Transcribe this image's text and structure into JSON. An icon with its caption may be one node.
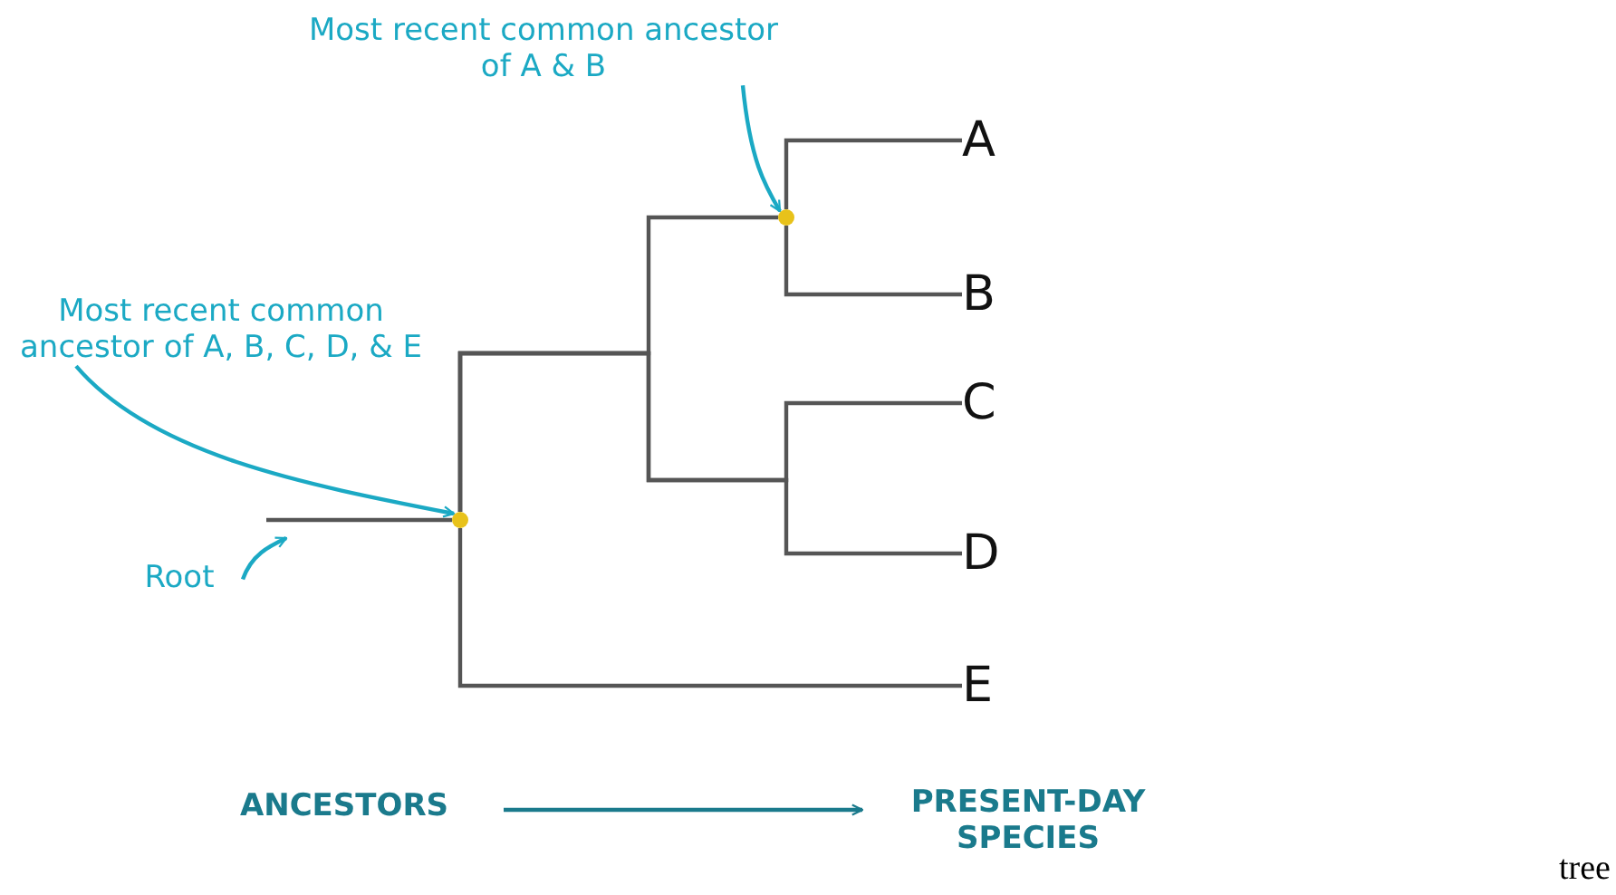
{
  "diagram": {
    "nodes": [
      {
        "text": [
          "Most recent common ancestor of A & B"
        ]
      },
      {
        "text": [],
        "shape": "circle"
      },
      {
        "text": [
          "A"
        ]
      },
      {
        "text": [
          "B"
        ]
      },
      {
        "text": [
          "Most recent common ancestor of A, B, C, D, & E"
        ]
      },
      {
        "text": [
          "C"
        ]
      },
      {
        "text": [
          "D"
        ]
      },
      {
        "text": [],
        "shape": "circle"
      },
      {
        "text": [
          "Root"
        ]
      },
      {
        "text": [
          "E"
        ]
      },
      {
        "text": [
          "ANCESTORS"
        ]
      },
      {
        "text": [
          "PRESENT-DAY SPECIES"
        ]
      }
    ],
    "edges": [
      {
        "from": 0,
        "to": 1,
        "arrow": "to",
        "color": "#1ba9c4"
      },
      {
        "from": 4,
        "to": 7,
        "arrow": "to",
        "color": "#1ba9c4"
      },
      {
        "from": 8,
        "to": null,
        "arrow": "to",
        "color": "#1ba9c4"
      },
      {
        "from": null,
        "to": 7,
        "arrow": "none"
      },
      {
        "from": 1,
        "to": 2,
        "arrow": "none"
      },
      {
        "from": 1,
        "to": 3,
        "arrow": "none"
      },
      {
        "from": 7,
        "to": 1,
        "arrow": "none"
      },
      {
        "from": 7,
        "to": 5,
        "arrow": "none"
      },
      {
        "from": 7,
        "to": 6,
        "arrow": "none"
      },
      {
        "from": 7,
        "to": 9,
        "arrow": "none"
      },
      {
        "from": 10,
        "to": 11,
        "arrow": "to",
        "color": "#1a7a8c"
      }
    ],
    "labels": [
      "tree"
    ]
  }
}
